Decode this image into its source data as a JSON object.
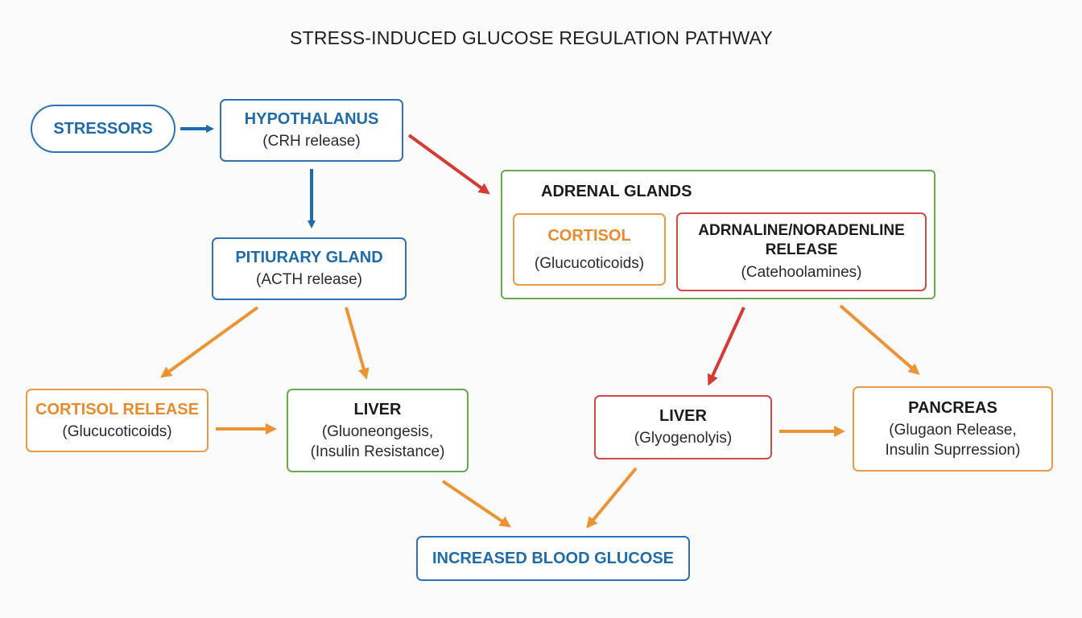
{
  "title": "STRESS-INDUCED GLUCOSE REGULATION PATHWAY",
  "nodes": {
    "stressors": {
      "head": "STRESSORS"
    },
    "hypothalamus": {
      "head": "HYPOTHALANUS",
      "sub": "(CRH release)"
    },
    "pituitary": {
      "head": "PITIURARY GLAND",
      "sub": "(ACTH release)"
    },
    "adrenal": {
      "head": "ADRENAL GLANDS"
    },
    "adrenal_cortisol": {
      "head": "CORTISOL",
      "sub": "(Glucucoticoids)"
    },
    "adrenaline": {
      "head": "ADRNALINE/NORADENLINE RELEASE",
      "sub": "(Catehoolamines)"
    },
    "cortisol_release": {
      "head": "CORTISOL RELEASE",
      "sub": "(Glucucoticoids)"
    },
    "liver_left": {
      "head": "LIVER",
      "sub": "(Gluoneongesis, (Insulin Resistance)"
    },
    "liver_right": {
      "head": "LIVER",
      "sub": "(Glyogenolyis)"
    },
    "pancreas": {
      "head": "PANCREAS",
      "sub": "(Glugaon Release, Insulin Suprression)"
    },
    "glucose": {
      "head": "INCREASED BLOOD GLUCOSE"
    }
  },
  "colors": {
    "blue": "#2d72b4",
    "orange": "#ec9a45",
    "green": "#6aa84f",
    "red": "#d04848"
  }
}
